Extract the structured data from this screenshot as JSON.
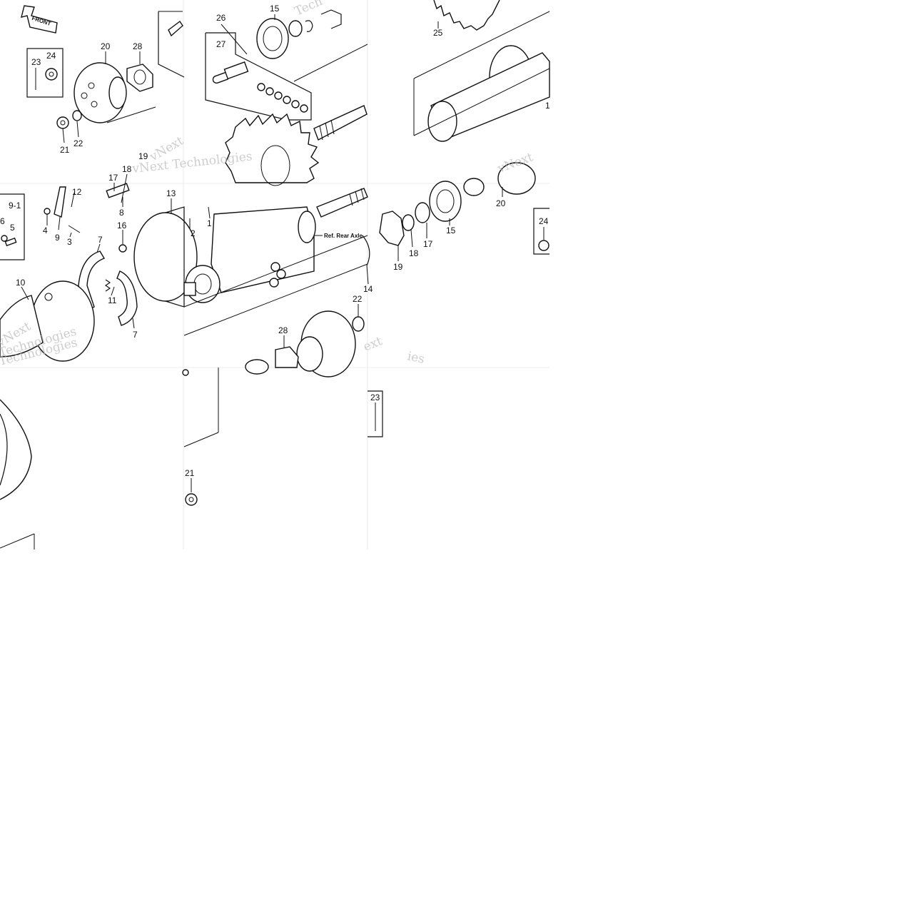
{
  "front_badge": "FRONT",
  "reference_note": "Ref. Rear Axle",
  "watermarks": [
    "vNext Technologies",
    "vNext",
    "Technologies",
    "Tech",
    "vNext",
    "Technologies",
    "vNext",
    "ext",
    "ies"
  ],
  "callouts": {
    "c20a": "20",
    "c28a": "28",
    "c23a": "23",
    "c24a": "24",
    "c21a": "21",
    "c22a": "22",
    "c26": "26",
    "c15a": "15",
    "c27": "27",
    "c25": "25",
    "c19a": "19",
    "c17a": "17",
    "c18a": "18",
    "c12": "12",
    "c91": "9-1",
    "c6": "6",
    "c5": "5",
    "c4": "4",
    "c9": "9",
    "c3": "3",
    "c8": "8",
    "c16": "16",
    "c13": "13",
    "c2": "2",
    "c1": "1",
    "c7a": "7",
    "c7b": "7",
    "c11": "11",
    "c10": "10",
    "c15b": "15",
    "c17b": "17",
    "c18b": "18",
    "c19b": "19",
    "c20b": "20",
    "c24b": "24",
    "c14": "14",
    "c22b": "22",
    "c28b": "28",
    "c23b": "23",
    "c21b": "21",
    "c1b": "1"
  }
}
